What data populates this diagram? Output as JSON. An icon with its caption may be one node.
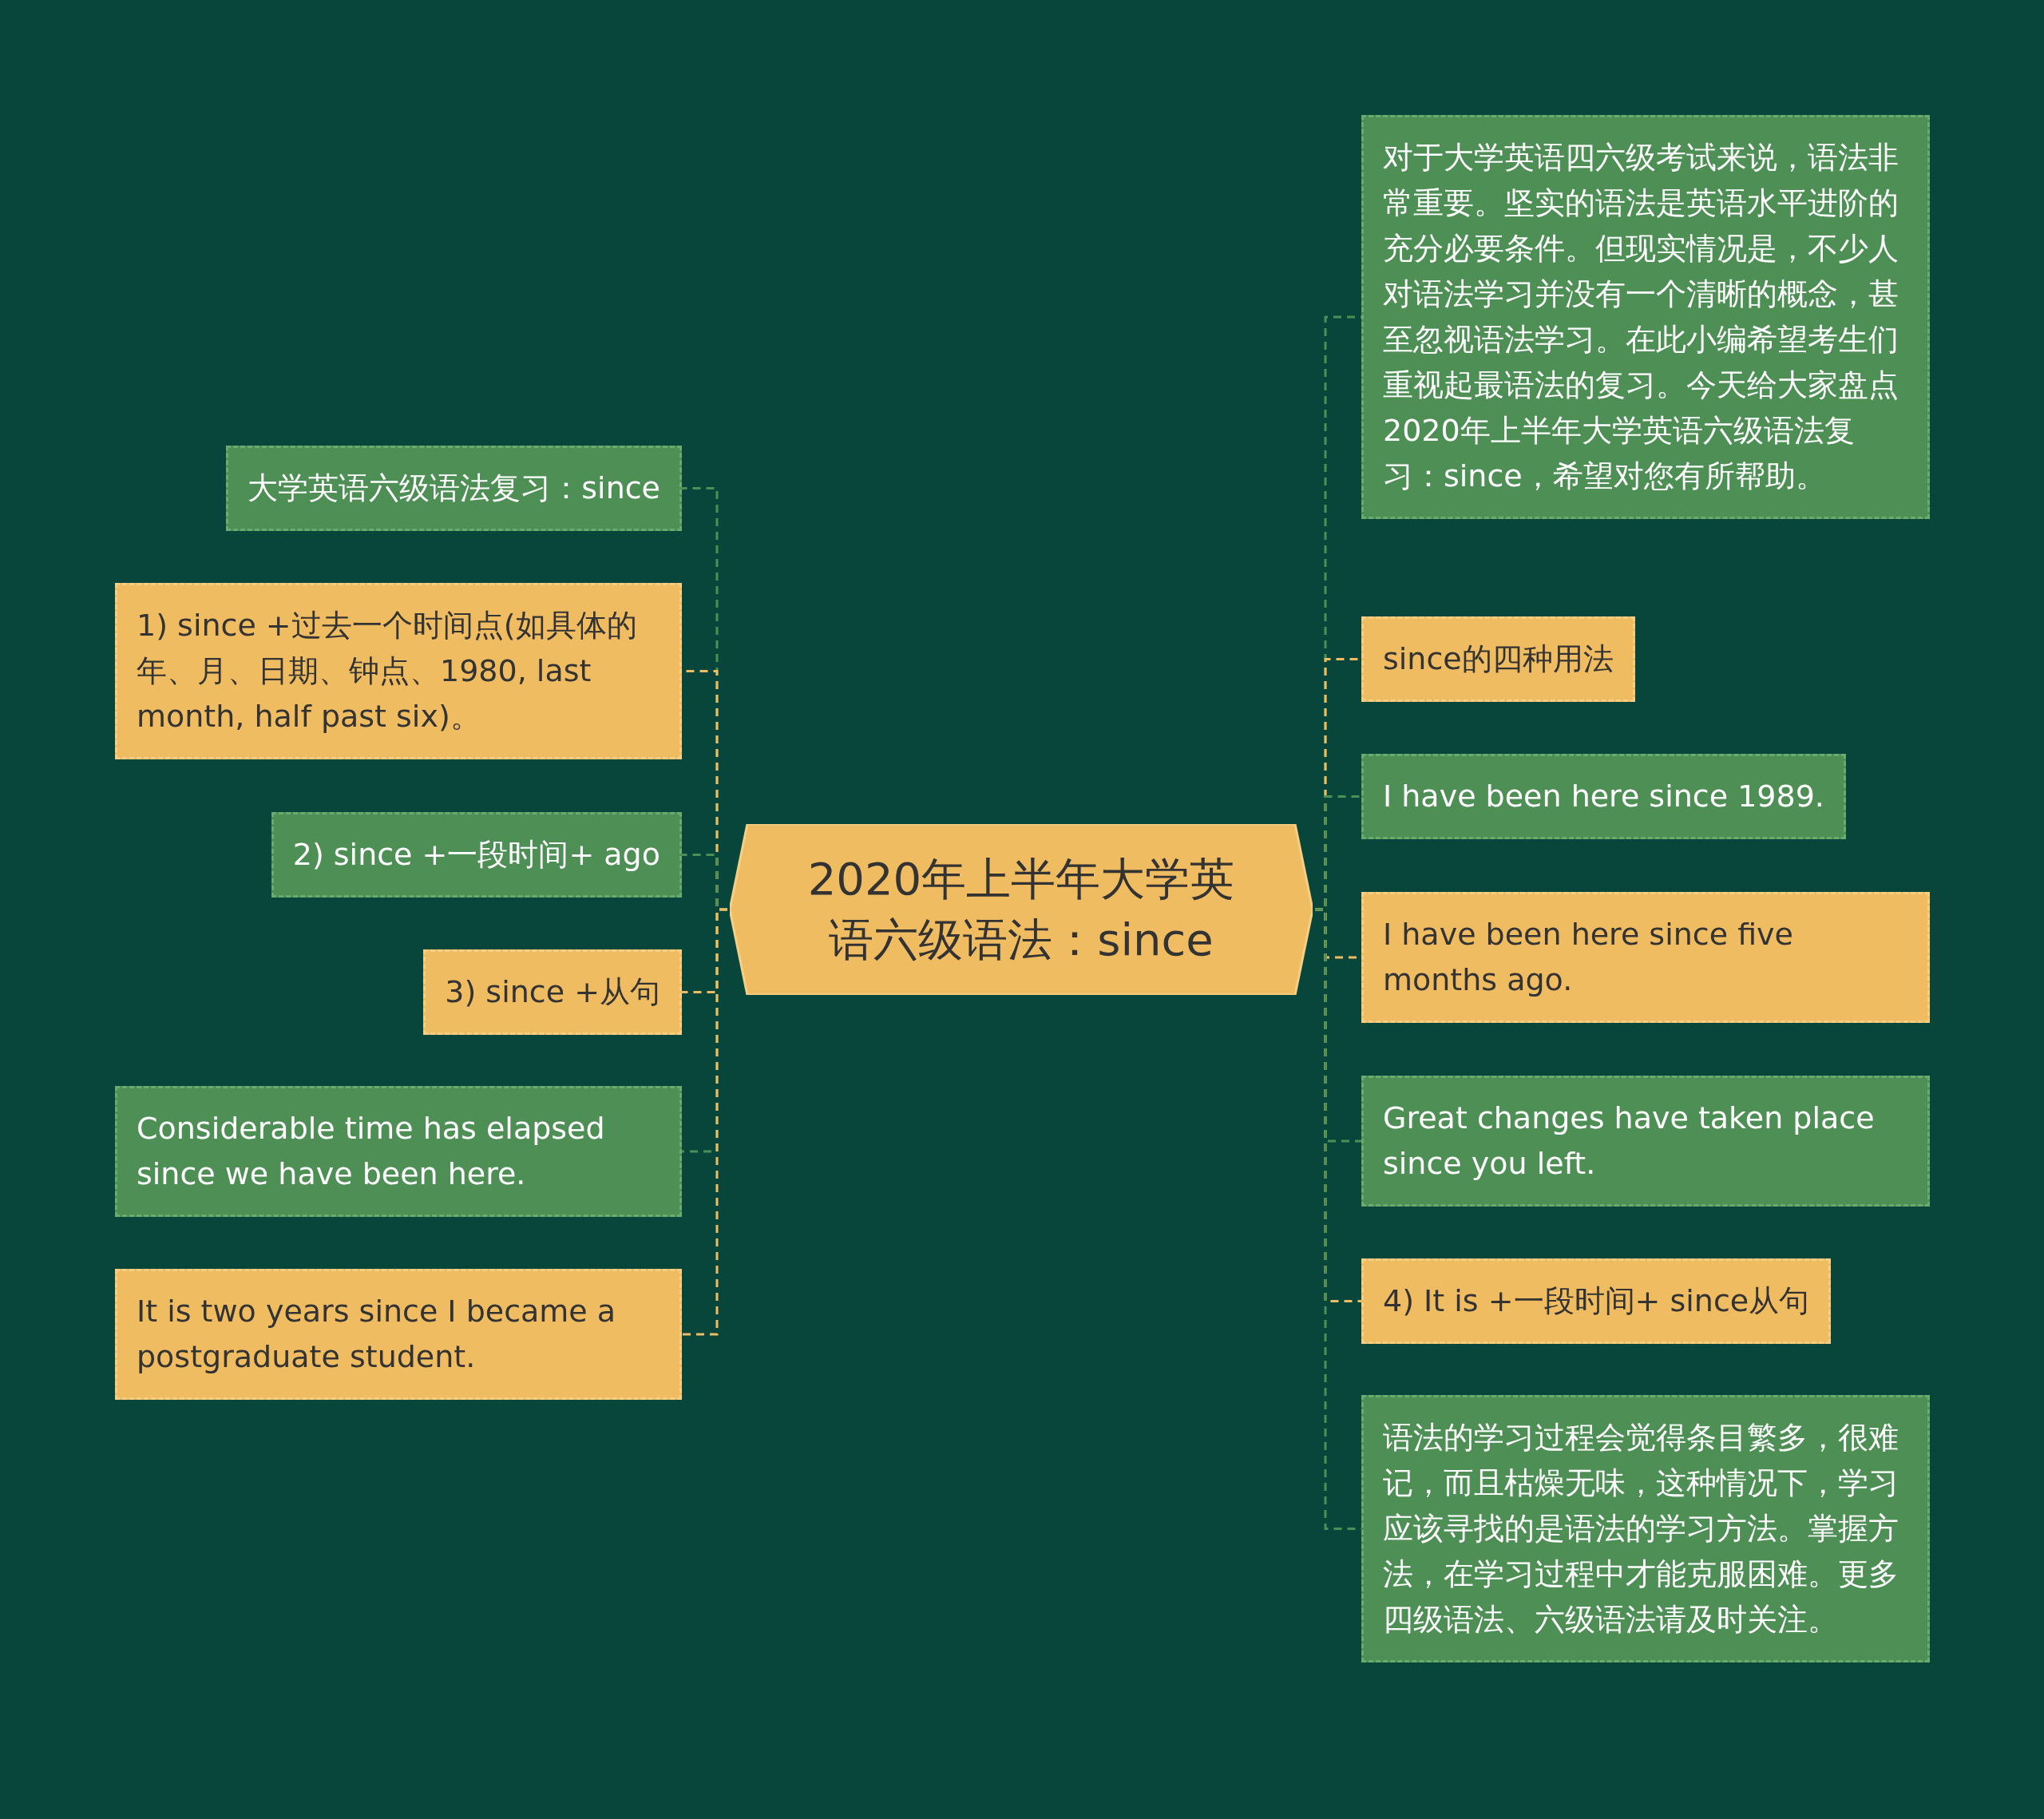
{
  "diagram": {
    "nodes": [
      {
        "text": [
          "2020年上半年大学英语六级语法：since"
        ]
      },
      {
        "text": [
          "大学英语六级语法复习：since"
        ]
      },
      {
        "text": [
          "1) since +过去一个时间点(如具体的年、月、日期、钟点、1980, last month, half past six)。"
        ]
      },
      {
        "text": [
          "2) since +一段时间+ ago"
        ]
      },
      {
        "text": [
          "3) since +从句"
        ]
      },
      {
        "text": [
          "Considerable time has elapsed since we have been here."
        ]
      },
      {
        "text": [
          "It is two years since I became a postgraduate student."
        ]
      },
      {
        "text": [
          "对于大学英语四六级考试来说，语法非常重要。坚实的语法是英语水平进阶的充分必要条件。但现实情况是，不少人对语法学习并没有一个清晰的概念，甚至忽视语法学习。在此小编希望考生们重视起最语法的复习。今天给大家盘点2020年上半年大学英语六级语法复习：since，希望对您有所帮助。"
        ]
      },
      {
        "text": [
          "since的四种用法"
        ]
      },
      {
        "text": [
          "I have been here since 1989."
        ]
      },
      {
        "text": [
          "I have been here since five months ago."
        ]
      },
      {
        "text": [
          "Great changes have taken place since you left."
        ]
      },
      {
        "text": [
          "4) It is +一段时间+ since从句"
        ]
      },
      {
        "text": [
          "语法的学习过程会觉得条目繁多，很难记，而且枯燥无味，这种情况下，学习应该寻找的是语法的学习方法。掌握方法，在学习过程中才能克服困难。更多四级语法、六级语法请及时关注。"
        ]
      }
    ],
    "edges": [
      {
        "from": 0,
        "to": 1,
        "arrow": "none",
        "style": "dashed"
      },
      {
        "from": 0,
        "to": 2,
        "arrow": "none",
        "style": "dashed",
        "color": "#f0bc62"
      },
      {
        "from": 0,
        "to": 3,
        "arrow": "none",
        "style": "dashed"
      },
      {
        "from": 0,
        "to": 4,
        "arrow": "none",
        "style": "dashed",
        "color": "#f0bc62"
      },
      {
        "from": 0,
        "to": 5,
        "arrow": "none",
        "style": "dashed"
      },
      {
        "from": 0,
        "to": 6,
        "arrow": "none",
        "style": "dashed",
        "color": "#f0bc62"
      },
      {
        "from": 0,
        "to": 7,
        "arrow": "none",
        "style": "dashed"
      },
      {
        "from": 0,
        "to": 8,
        "arrow": "none",
        "style": "dashed",
        "color": "#f0bc62"
      },
      {
        "from": 0,
        "to": 9,
        "arrow": "none",
        "style": "dashed"
      },
      {
        "from": 0,
        "to": 10,
        "arrow": "none",
        "style": "dashed",
        "color": "#f0bc62"
      },
      {
        "from": 0,
        "to": 11,
        "arrow": "none",
        "style": "dashed"
      },
      {
        "from": 0,
        "to": 12,
        "arrow": "none",
        "style": "dashed",
        "color": "#f0bc62"
      },
      {
        "from": 0,
        "to": 13,
        "arrow": "none",
        "style": "dashed"
      }
    ]
  }
}
